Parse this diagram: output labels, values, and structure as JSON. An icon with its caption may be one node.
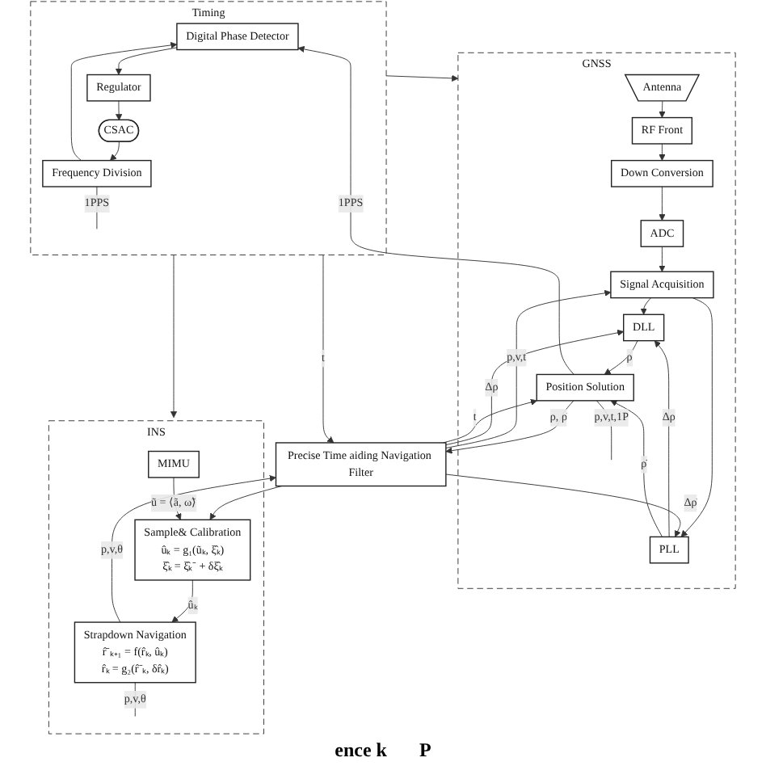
{
  "diagram": {
    "nodes": [
      {
        "text": [
          "Timing"
        ]
      },
      {
        "text": [
          "Digital Phase Detector"
        ],
        "in": 0
      },
      {
        "text": [
          "Regulator"
        ],
        "in": 0
      },
      {
        "text": [
          "CSAC"
        ],
        "in": 0
      },
      {
        "text": [
          "Frequency Division"
        ],
        "in": 0
      },
      {
        "text": [
          "GNSS"
        ]
      },
      {
        "text": [
          "Antenna"
        ],
        "in": 5
      },
      {
        "text": [
          "RF Front"
        ],
        "in": 5
      },
      {
        "text": [
          "Down Conversion"
        ],
        "in": 5
      },
      {
        "text": [
          "ADC"
        ],
        "in": 5
      },
      {
        "text": [
          "Signal Acquisition"
        ],
        "in": 5
      },
      {
        "text": [
          "DLL"
        ],
        "in": 5
      },
      {
        "text": [
          "PLL"
        ],
        "in": 5
      },
      {
        "text": [
          "Position Solution"
        ],
        "in": 5
      },
      {
        "text": [
          "Precise Time aiding Navigation Filter"
        ]
      },
      {
        "text": [
          "INS"
        ]
      },
      {
        "text": [
          "MIMU"
        ],
        "in": 15
      },
      {
        "text": [
          "Sample& Calibration",
          "ûₖ = g₁(ũₖ, ξ̂ₖ)",
          "ξ̂ₖ = ξ̂ₖ⁻ + δξ̂ₖ"
        ],
        "in": 15
      },
      {
        "text": [
          "Strapdown Navigation",
          "r̂⁻ₖ₊₁ = f(r̂ₖ, ûₖ)",
          "r̂ₖ = g₂(r̂⁻ₖ, δr̂ₖ)"
        ],
        "in": 15
      }
    ],
    "edges": [
      {
        "from": 1,
        "to": 2,
        "arrow": "to"
      },
      {
        "from": 2,
        "to": 3,
        "arrow": "to"
      },
      {
        "from": 3,
        "to": 4,
        "arrow": "to"
      },
      {
        "from": 4,
        "to": 1,
        "arrow": "to"
      },
      {
        "from": 4,
        "to": null,
        "arrow": "none",
        "label": "1PPS"
      },
      {
        "from": 13,
        "to": 1,
        "arrow": "to",
        "label": "1PPS"
      },
      {
        "from": 6,
        "to": 7,
        "arrow": "to"
      },
      {
        "from": 7,
        "to": 8,
        "arrow": "to"
      },
      {
        "from": 8,
        "to": 9,
        "arrow": "to"
      },
      {
        "from": 9,
        "to": 10,
        "arrow": "to"
      },
      {
        "from": 10,
        "to": 11,
        "arrow": "to"
      },
      {
        "from": 10,
        "to": 12,
        "arrow": "to"
      },
      {
        "from": 12,
        "to": 11,
        "arrow": "to",
        "label": "Δρ"
      },
      {
        "from": 11,
        "to": 13,
        "arrow": "to",
        "label": "ρ"
      },
      {
        "from": 12,
        "to": 13,
        "arrow": "to",
        "label": "ρ̇"
      },
      {
        "from": 13,
        "to": null,
        "arrow": "none",
        "label": "p,v,t,1P"
      },
      {
        "from": 13,
        "to": 14,
        "arrow": "to",
        "label": "ρ, ρ̇"
      },
      {
        "from": 14,
        "to": 10,
        "arrow": "to",
        "label": "p,v,t"
      },
      {
        "from": 14,
        "to": 12,
        "arrow": "to",
        "label": "Δρ̇"
      },
      {
        "from": 14,
        "to": 11,
        "arrow": "to",
        "label": "Δρ"
      },
      {
        "from": 14,
        "to": 13,
        "arrow": "to",
        "label": "t"
      },
      {
        "from": 0,
        "to": 5,
        "arrow": "to"
      },
      {
        "from": 0,
        "to": 14,
        "arrow": "to",
        "label": "t"
      },
      {
        "from": 0,
        "to": 15,
        "arrow": "to"
      },
      {
        "from": 14,
        "to": 17,
        "arrow": "to"
      },
      {
        "from": 16,
        "to": 17,
        "arrow": "to",
        "label": "ũ = ⟨ã, ω̃⟩"
      },
      {
        "from": 17,
        "to": 18,
        "arrow": "to",
        "label": "ûₖ"
      },
      {
        "from": 18,
        "to": 14,
        "arrow": "to",
        "label": "p,v,θ"
      },
      {
        "from": 18,
        "to": null,
        "arrow": "none",
        "label": "p,v,θ"
      }
    ],
    "labels": [
      "ence k",
      "P"
    ]
  }
}
